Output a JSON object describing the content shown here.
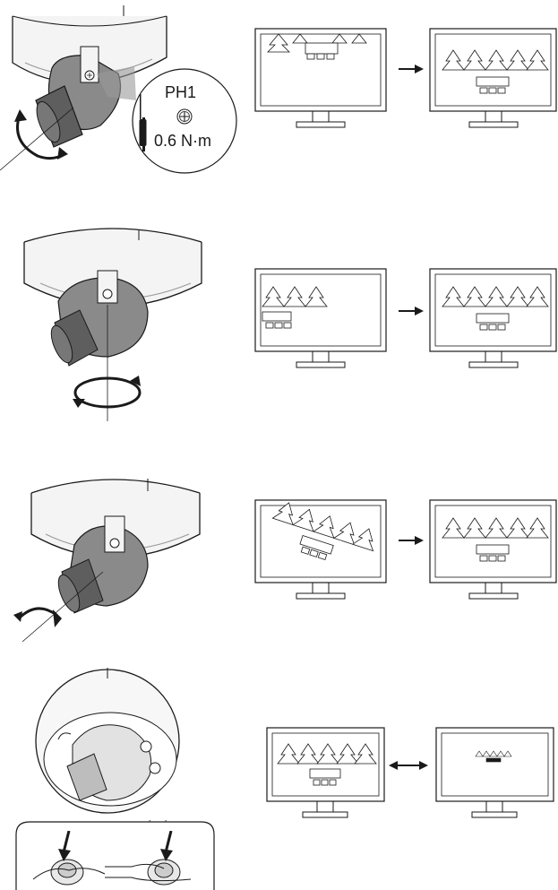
{
  "steps": [
    {
      "id": "pan-step",
      "arrow": "right"
    },
    {
      "id": "rotate-step",
      "arrow": "right"
    },
    {
      "id": "tilt-step",
      "arrow": "right"
    },
    {
      "id": "zoom-focus-step",
      "arrow": "double"
    }
  ],
  "callout": {
    "bit": "PH1",
    "torque": "0.6 N·m"
  },
  "colors": {
    "line": "#1a1a1a",
    "housing": "#f4f4f4",
    "lens": "#8a8a8a",
    "lens_dark": "#5e5e5e",
    "screen": "#ffffff"
  },
  "icons": [
    "screwdriver-icon",
    "phillips-head-icon",
    "pan-arrow-icon",
    "rotate-arrow-icon",
    "tilt-arrow-icon",
    "press-arrow-icon"
  ]
}
